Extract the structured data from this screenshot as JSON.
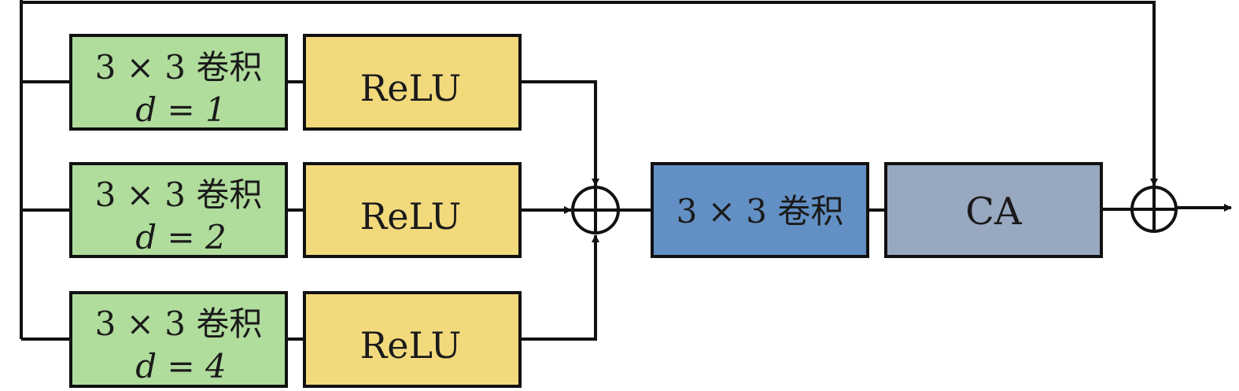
{
  "diagram": {
    "branches": [
      {
        "conv_label": "3 × 3 卷积",
        "dilation_label": "d = 1",
        "activation_label": "ReLU"
      },
      {
        "conv_label": "3 × 3 卷积",
        "dilation_label": "d = 2",
        "activation_label": "ReLU"
      },
      {
        "conv_label": "3 × 3 卷积",
        "dilation_label": "d = 4",
        "activation_label": "ReLU"
      }
    ],
    "fusion_conv_label": "3 × 3 卷积",
    "attention_label": "CA",
    "colors": {
      "conv_branch": "#b0dc9c",
      "relu": "#f2d97c",
      "fusion_conv": "#6390c4",
      "attention": "#98a8c0",
      "line": "#111111"
    }
  }
}
